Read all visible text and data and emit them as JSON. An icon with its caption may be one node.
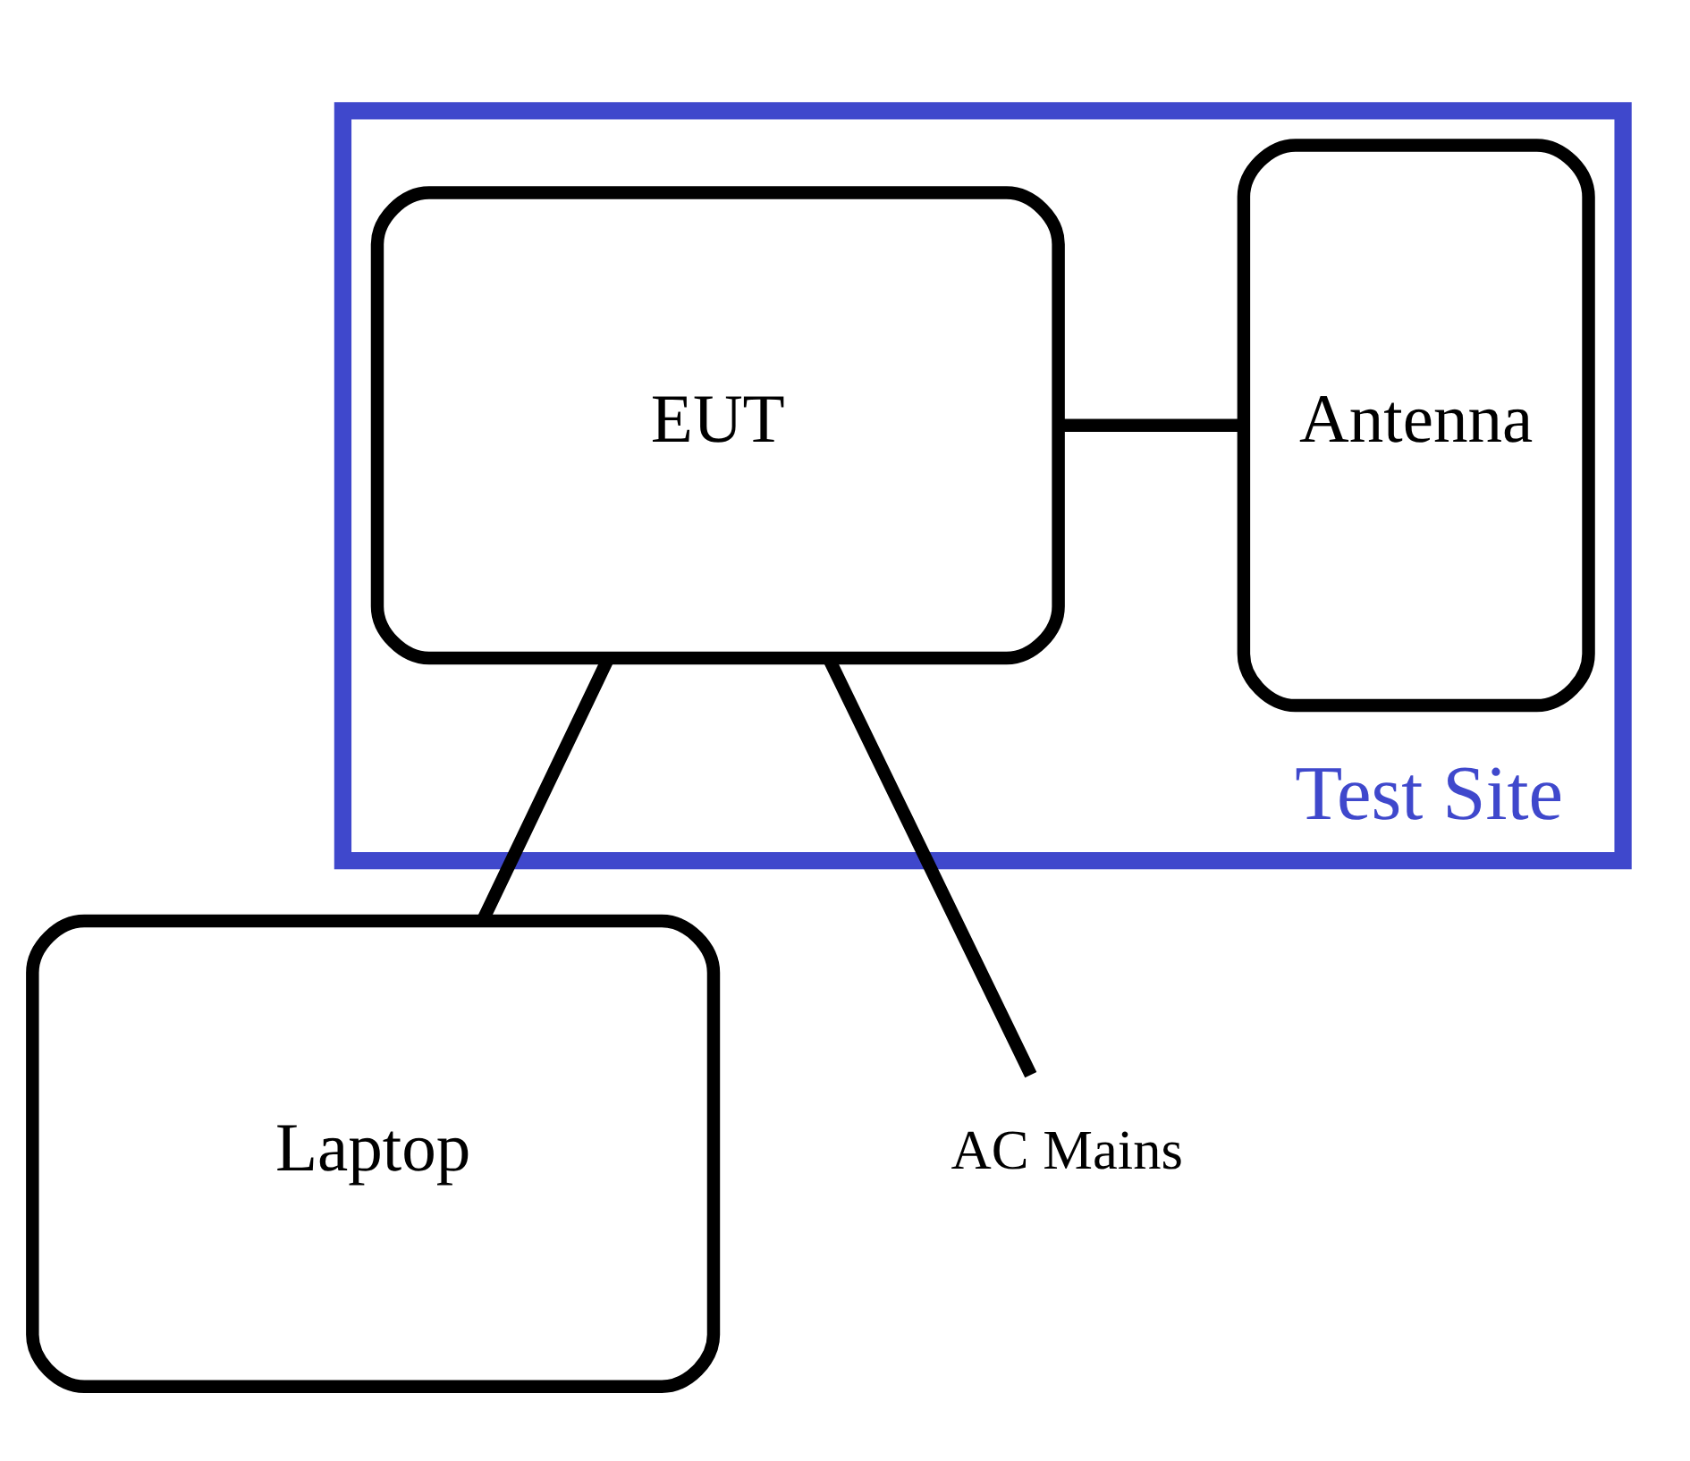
{
  "diagram": {
    "nodes": [
      {
        "text": [
          "Test Site"
        ]
      },
      {
        "text": [
          "EUT"
        ],
        "in": 0
      },
      {
        "text": [
          "Antenna"
        ],
        "in": 0
      },
      {
        "text": [
          "Laptop"
        ]
      },
      {
        "text": [
          "AC Mains"
        ]
      }
    ],
    "edges": [
      {
        "from": 1,
        "to": 2,
        "arrow": "none"
      },
      {
        "from": 1,
        "to": 3,
        "arrow": "none"
      },
      {
        "from": 1,
        "to": 4,
        "arrow": "none"
      }
    ]
  }
}
